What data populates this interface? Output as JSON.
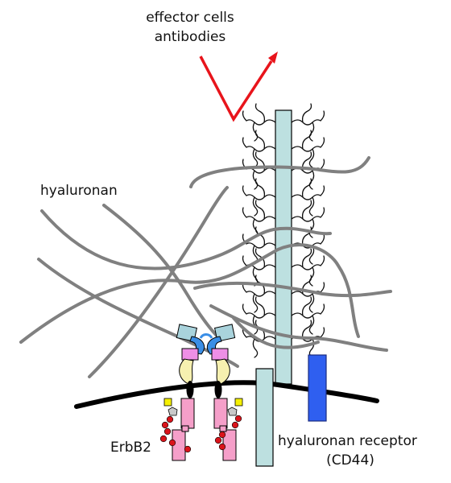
{
  "labels": {
    "top_line1": "effector cells",
    "top_line2": "antibodies",
    "hyaluronan": "hyaluronan",
    "erbb2": "ErbB2",
    "receptor_line1": "hyaluronan receptor",
    "receptor_line2": "(CD44)"
  },
  "colors": {
    "arrow": "#e8141b",
    "hyaluronan_strand": "#808080",
    "membrane": "#000000",
    "mucin_bar": "#bde0e0",
    "mucin_glycans": "#111111",
    "cd44": "#2f5ff0",
    "erbb2_domain": "#f59fc9",
    "erbb2_top": "#a9d3dc",
    "erbb2_blue": "#3a8ee6",
    "erbb2_magenta": "#ee8fe6",
    "erbb2_yellow": "#f6f0b0",
    "glycan_red": "#d9141b",
    "glycan_yellow": "#f5f000",
    "glycan_gray": "#c9c9c9"
  },
  "icons": {
    "arrow": "redirect-arrow-icon",
    "receptor": "cd44-receptor-icon",
    "mucin": "mucin-glycoprotein-icon",
    "erbb2": "erbb2-dimer-icon"
  }
}
